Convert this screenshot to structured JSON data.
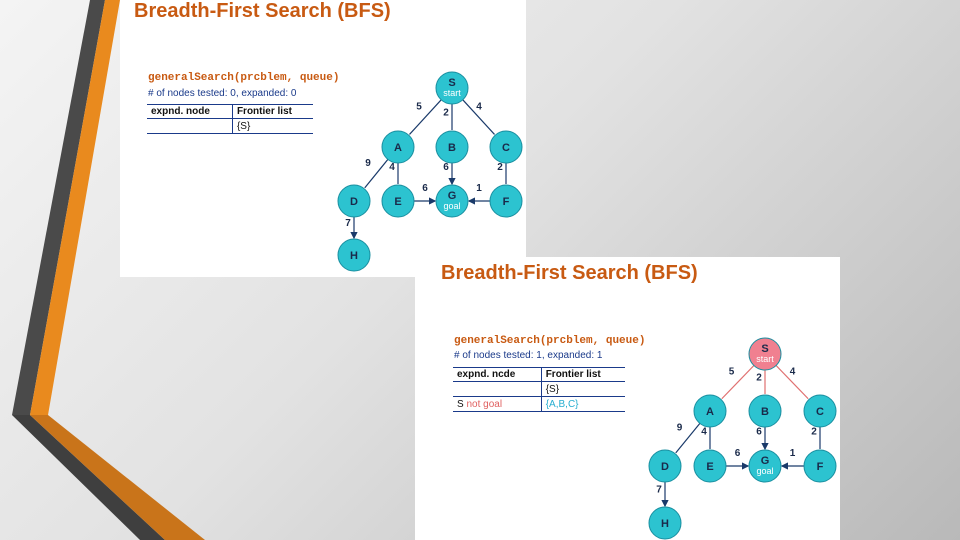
{
  "colors": {
    "title": "#c85a12",
    "node_fill": "#2cc3d0",
    "node_stroke": "#1a8fa0",
    "start_node_fill": "#f08090",
    "edge": "#1a3a6a",
    "edge_highlight": "#e07070",
    "stripe_orange": "#e98a1e",
    "stripe_dark": "#3f3f3f"
  },
  "slides": [
    {
      "title": "Breadth-First Search (BFS)",
      "code": {
        "fn": "generalSearch(",
        "arg1": "prcblem",
        "sep": ", ",
        "arg2": "queue",
        "close": ")"
      },
      "counts": "# of nodes tested: 0, expanded: 0",
      "table": {
        "headers": [
          "expnd. node",
          "Frontier list"
        ],
        "rows": [
          {
            "node": "",
            "node_note": "",
            "frontier": "{S}"
          }
        ]
      },
      "graph": {
        "nodes": [
          {
            "id": "S",
            "sub": "start"
          },
          {
            "id": "A"
          },
          {
            "id": "B"
          },
          {
            "id": "C"
          },
          {
            "id": "D"
          },
          {
            "id": "E"
          },
          {
            "id": "G",
            "sub": "goal"
          },
          {
            "id": "F"
          },
          {
            "id": "H"
          }
        ],
        "edges": [
          {
            "from": "S",
            "to": "A",
            "w": "5"
          },
          {
            "from": "S",
            "to": "B",
            "w": "2"
          },
          {
            "from": "S",
            "to": "C",
            "w": "4"
          },
          {
            "from": "A",
            "to": "D",
            "w": "9"
          },
          {
            "from": "A",
            "to": "E",
            "w": "4"
          },
          {
            "from": "B",
            "to": "G",
            "w": "6"
          },
          {
            "from": "C",
            "to": "F",
            "w": "2"
          },
          {
            "from": "E",
            "to": "G",
            "w": "6"
          },
          {
            "from": "F",
            "to": "G",
            "w": "1"
          },
          {
            "from": "D",
            "to": "H",
            "w": "7"
          }
        ],
        "highlight_start": false
      }
    },
    {
      "title": "Breadth-First Search (BFS)",
      "code": {
        "fn": "generalSearch(",
        "arg1": "prcblem",
        "sep": ", ",
        "arg2": "queue",
        "close": ")"
      },
      "counts": "# of nodes tested: 1, expanded: 1",
      "table": {
        "headers": [
          "expnd. ncde",
          "Frontier list"
        ],
        "rows": [
          {
            "node": "",
            "node_note": "",
            "frontier": "{S}"
          },
          {
            "node": "S",
            "node_note": "not goal",
            "frontier": "{A,B,C}"
          }
        ]
      },
      "graph": {
        "nodes": [
          {
            "id": "S",
            "sub": "start"
          },
          {
            "id": "A"
          },
          {
            "id": "B"
          },
          {
            "id": "C"
          },
          {
            "id": "D"
          },
          {
            "id": "E"
          },
          {
            "id": "G",
            "sub": "goal"
          },
          {
            "id": "F"
          },
          {
            "id": "H"
          }
        ],
        "edges": [
          {
            "from": "S",
            "to": "A",
            "w": "5"
          },
          {
            "from": "S",
            "to": "B",
            "w": "2"
          },
          {
            "from": "S",
            "to": "C",
            "w": "4"
          },
          {
            "from": "A",
            "to": "D",
            "w": "9"
          },
          {
            "from": "A",
            "to": "E",
            "w": "4"
          },
          {
            "from": "B",
            "to": "G",
            "w": "6"
          },
          {
            "from": "C",
            "to": "F",
            "w": "2"
          },
          {
            "from": "E",
            "to": "G",
            "w": "6"
          },
          {
            "from": "F",
            "to": "G",
            "w": "1"
          },
          {
            "from": "D",
            "to": "H",
            "w": "7"
          }
        ],
        "highlight_start": true
      }
    }
  ]
}
